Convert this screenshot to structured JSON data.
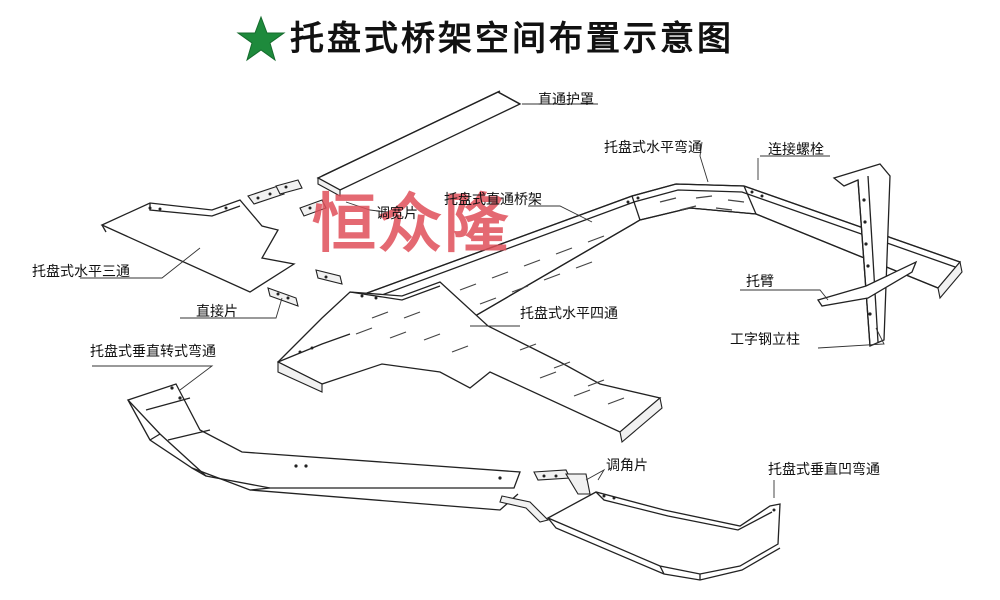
{
  "title": "托盘式桥架空间布置示意图",
  "icons": {
    "title_icon": "green-star-icon"
  },
  "colors": {
    "star": "#1e8a3c",
    "watermark": "#e0505a",
    "line": "#222222"
  },
  "watermark": "恒众隆",
  "labels": {
    "straight_cover": "直通护罩",
    "horizontal_elbow": "托盘式水平弯通",
    "connecting_bolt": "连接螺栓",
    "straight_tray": "托盘式直通桥架",
    "adjusting_plate": "调宽片",
    "horizontal_tee": "托盘式水平三通",
    "splice_plate": "直接片",
    "bracket_arm": "托臂",
    "horizontal_cross": "托盘式水平四通",
    "steel_column": "工字钢立柱",
    "vertical_elbow": "托盘式垂直转式弯通",
    "angle_plate": "调角片",
    "vertical_concave_elbow": "托盘式垂直凹弯通"
  }
}
